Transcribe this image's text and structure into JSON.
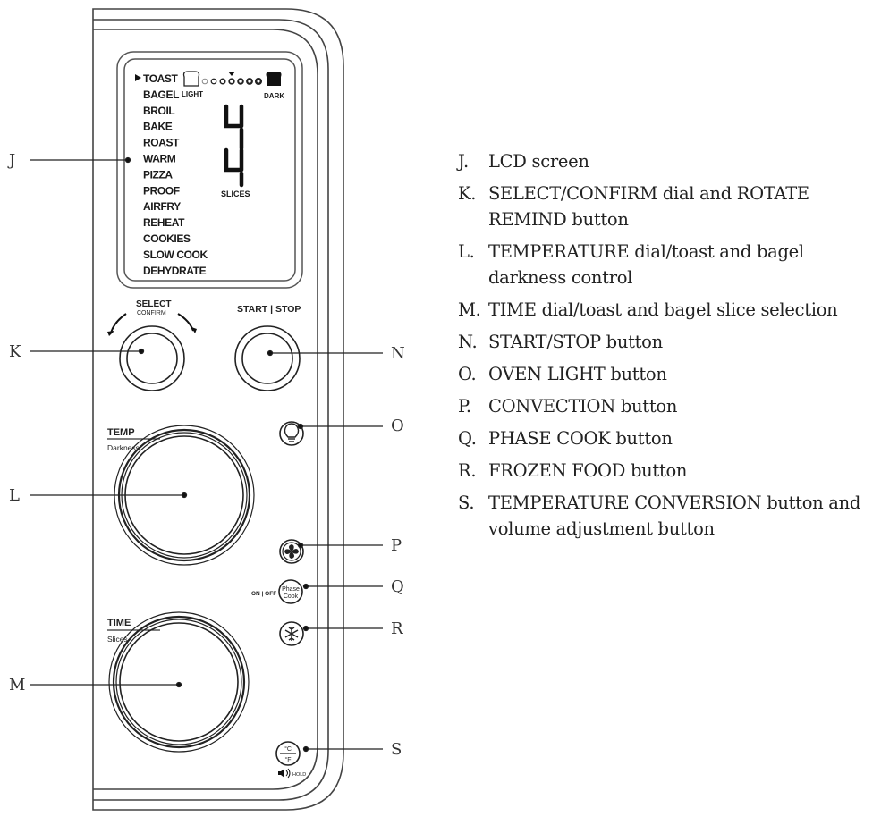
{
  "lcd": {
    "menu_items": [
      "TOAST",
      "BAGEL",
      "BROIL",
      "BAKE",
      "ROAST",
      "WARM",
      "PIZZA",
      "PROOF",
      "AIRFRY",
      "REHEAT",
      "COOKIES",
      "SLOW COOK",
      "DEHYDRATE"
    ],
    "selected_index": 0,
    "darkness_light_label": "LIGHT",
    "darkness_dark_label": "DARK",
    "darkness_level_count": 7,
    "darkness_selected_level": 4,
    "digit_top": "4",
    "digit_bottom": "4",
    "slices_label": "SLICES"
  },
  "panel": {
    "select_label": "SELECT",
    "confirm_label": "CONFIRM",
    "start_stop_label": "START | STOP",
    "temp_label": "TEMP",
    "darkness_label": "Darkness",
    "time_label": "TIME",
    "slices_label": "Slices",
    "on_off_label": "ON | OFF",
    "phase_label": "Phase",
    "cook_label": "Cook",
    "celsius_label": "°C",
    "fahrenheit_label": "°F",
    "hold_label": "HOLD"
  },
  "callouts": {
    "J": "J",
    "K": "K",
    "L": "L",
    "M": "M",
    "N": "N",
    "O": "O",
    "P": "P",
    "Q": "Q",
    "R": "R",
    "S": "S"
  },
  "legend": [
    {
      "key": "J.",
      "text": "LCD screen"
    },
    {
      "key": "K.",
      "text": "SELECT/CONFIRM dial and ROTATE REMIND button"
    },
    {
      "key": "L.",
      "text": "TEMPERATURE dial/toast and bagel darkness control"
    },
    {
      "key": "M.",
      "text": "TIME dial/toast and bagel slice selection"
    },
    {
      "key": "N.",
      "text": "START/STOP button"
    },
    {
      "key": "O.",
      "text": "OVEN LIGHT button"
    },
    {
      "key": "P.",
      "text": "CONVECTION button"
    },
    {
      "key": "Q.",
      "text": "PHASE COOK button"
    },
    {
      "key": "R.",
      "text": "FROZEN FOOD button"
    },
    {
      "key": "S.",
      "text": "TEMPERATURE CONVERSION button and volume adjustment button"
    }
  ]
}
